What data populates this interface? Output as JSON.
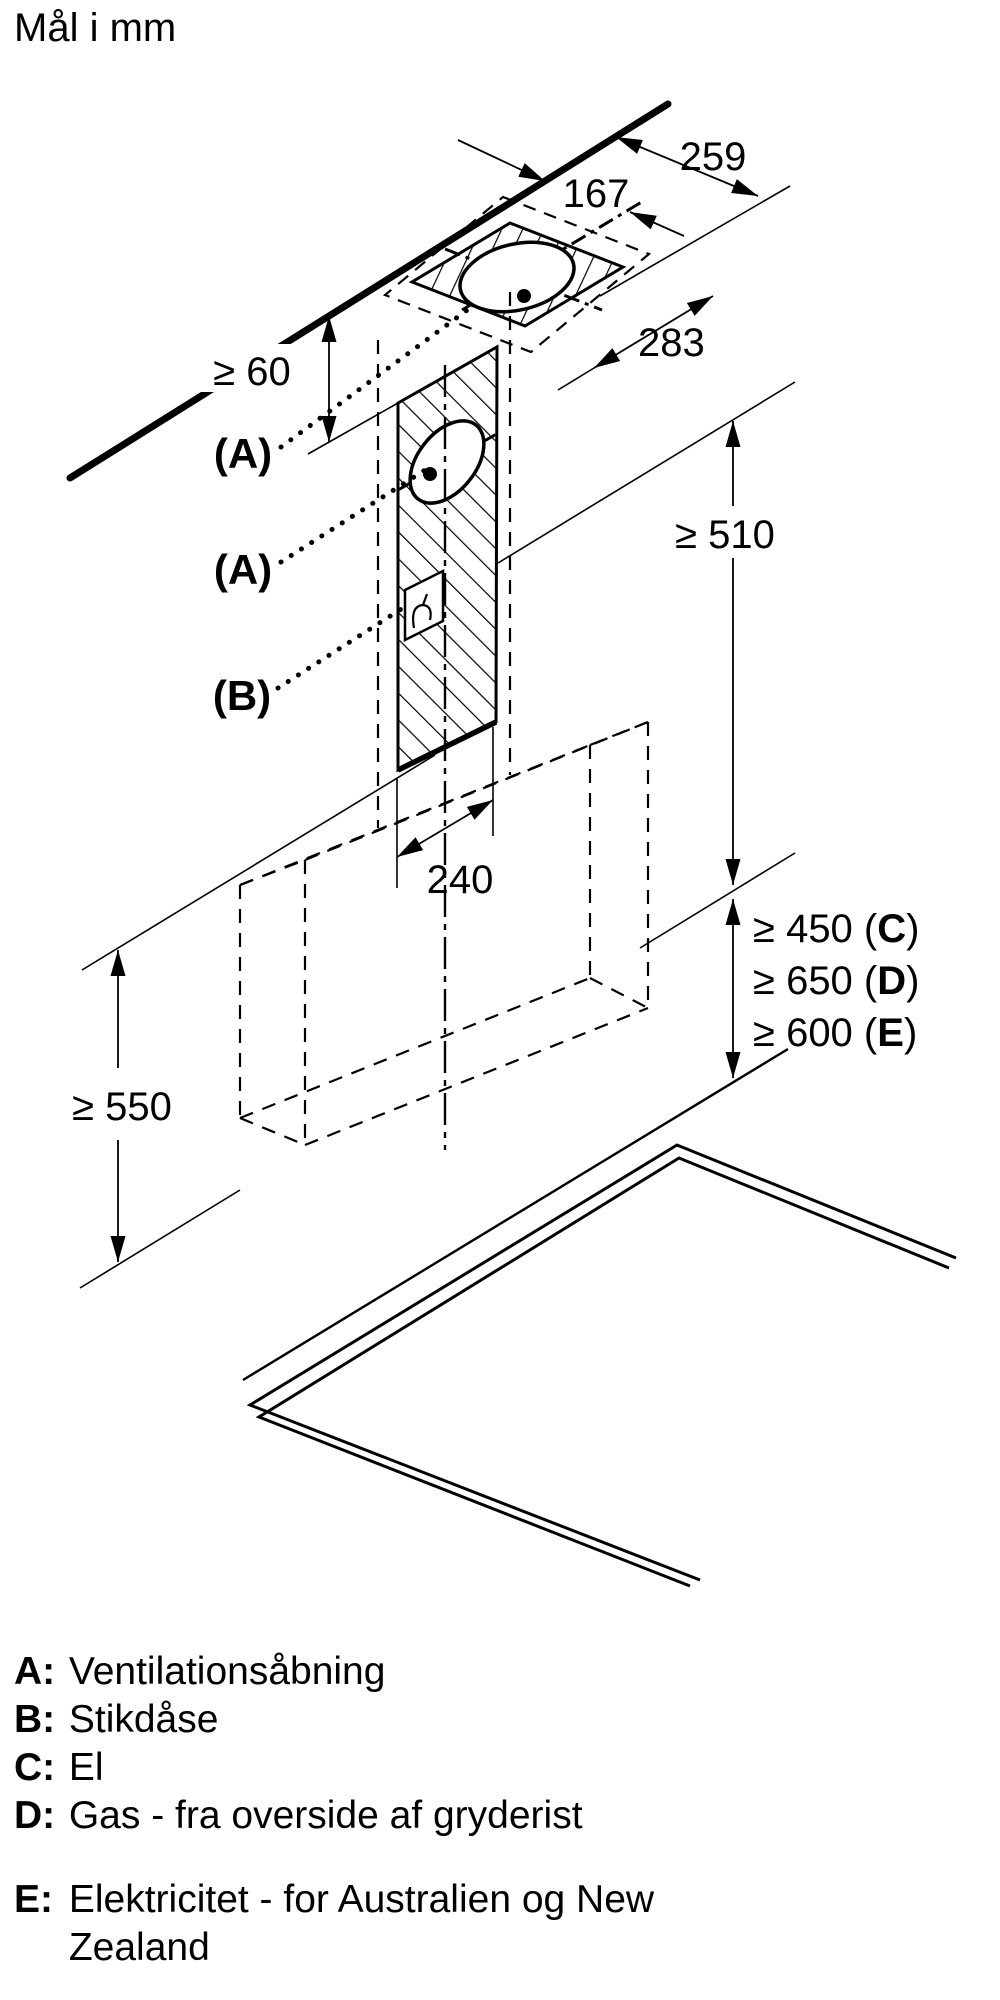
{
  "title": "Mål i mm",
  "colors": {
    "ink": "#000000",
    "background": "#ffffff"
  },
  "dimensions": {
    "duct_offset": "167",
    "duct_depth": "259",
    "duct_width": "283",
    "ceiling_clearance": "≥ 60",
    "wall_height": "≥ 510",
    "bracket_width": "240",
    "worktop_clearance": "≥ 550",
    "clearances": [
      {
        "prefix": "≥ 450 (",
        "key": "C",
        "suffix": ")"
      },
      {
        "prefix": "≥ 650 (",
        "key": "D",
        "suffix": ")"
      },
      {
        "prefix": "≥ 600 (",
        "key": "E",
        "suffix": ")"
      }
    ]
  },
  "callouts": {
    "vent_top": "(A)",
    "vent_wall": "(A)",
    "socket": "(B)"
  },
  "legend": [
    {
      "key": "A:",
      "text": "Ventilationsåbning"
    },
    {
      "key": "B:",
      "text": "Stikdåse"
    },
    {
      "key": "C:",
      "text": "El"
    },
    {
      "key": "D:",
      "text": "Gas - fra overside af gryderist"
    },
    {
      "key": "E:",
      "text": "Elektricitet - for Australien og New",
      "text2": "Zealand"
    }
  ]
}
